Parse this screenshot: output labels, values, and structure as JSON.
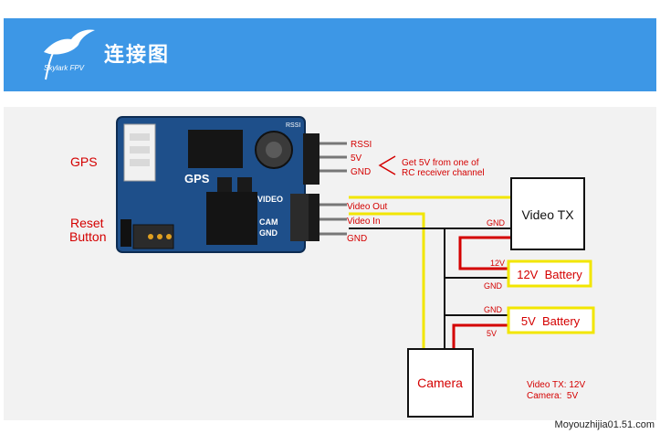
{
  "header": {
    "brand": "Skylark FPV",
    "title": "连接图"
  },
  "board": {
    "gps_chip": "GPS",
    "rssi_pin": "RSSI",
    "video_pin": "VIDEO",
    "cam_pin": "CAM",
    "gnd_pin": "GND"
  },
  "labels": {
    "gps": "GPS",
    "reset_line1": "Reset",
    "reset_line2": "Button",
    "rssi": "RSSI",
    "five_v": "5V",
    "gnd": "GND",
    "note_line1": "Get 5V from one of",
    "note_line2": "RC receiver channel",
    "video_out": "Video Out",
    "video_in": "Video In",
    "gnd_bottom": "GND"
  },
  "blocks": {
    "video_tx": "Video TX",
    "battery_12v": "12V  Battery",
    "battery_5v": "5V  Battery",
    "camera": "Camera"
  },
  "wire_labels": {
    "tx_gnd": "GND",
    "b12_plus": "12V",
    "b12_gnd": "GND",
    "b5_gnd": "GND",
    "b5_plus": "5V"
  },
  "spec": {
    "line1": "Video TX: 12V",
    "line2": "Camera:  5V"
  },
  "footer": {
    "url": "Moyouzhijia01.51.com"
  },
  "colors": {
    "banner": "#3d97e6",
    "wire_video": "#f2e600",
    "wire_power": "#d40000",
    "wire_ground": "#111111",
    "label_red": "#d40000",
    "board": "#1e4f8a"
  }
}
